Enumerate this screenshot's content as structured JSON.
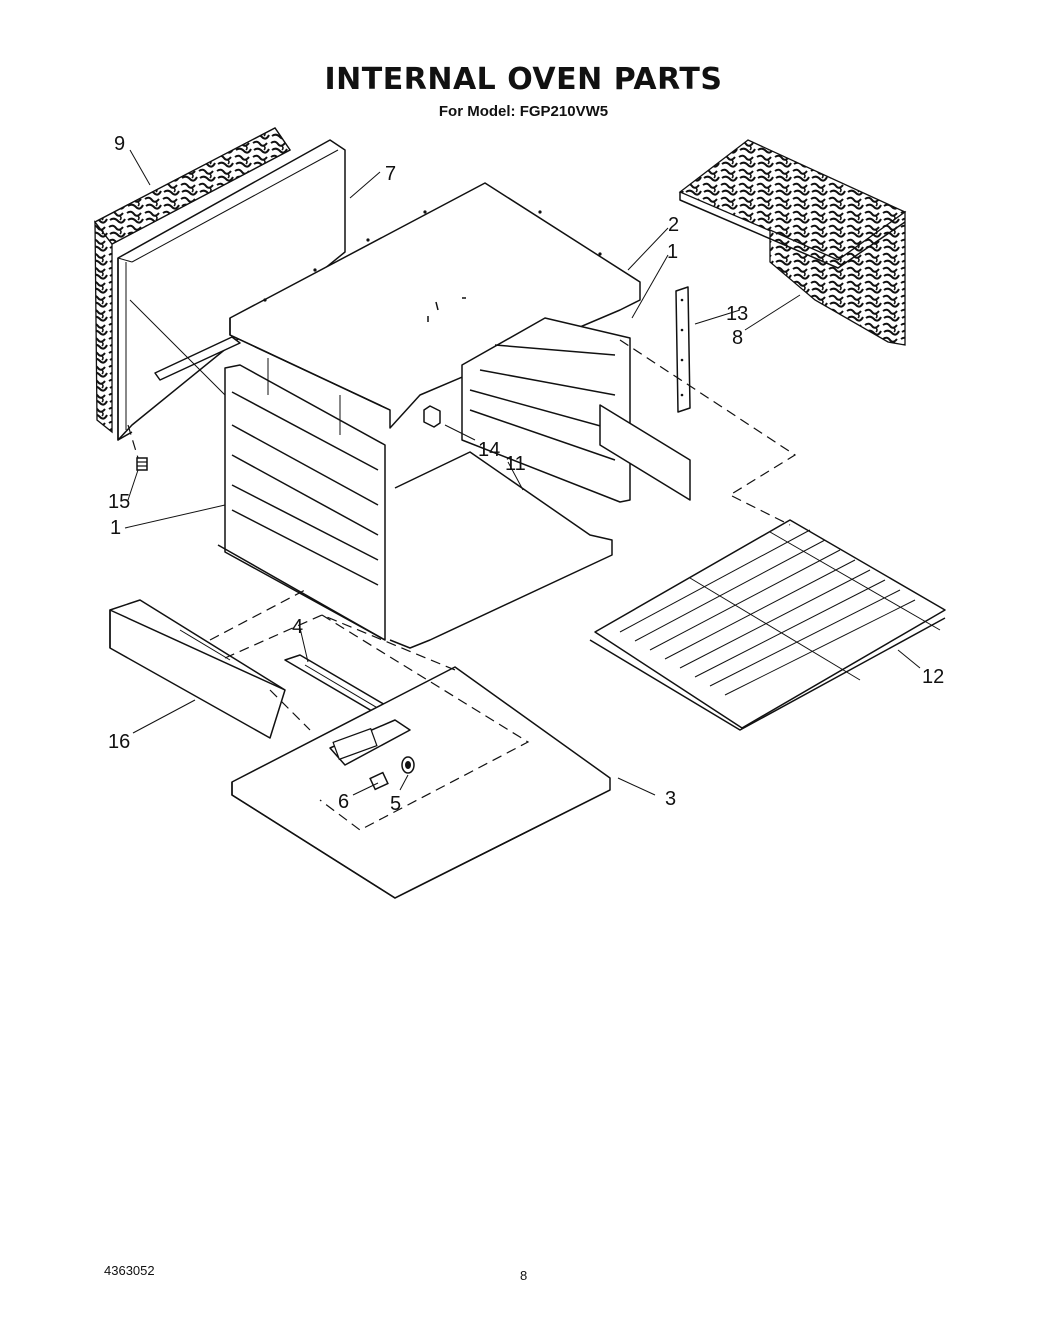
{
  "header": {
    "title": "INTERNAL OVEN PARTS",
    "model": "For Model: FGP210VW5"
  },
  "callouts": {
    "c1_top": "1",
    "c1_left": "1",
    "c2": "2",
    "c3": "3",
    "c4": "4",
    "c5": "5",
    "c6": "6",
    "c7": "7",
    "c8": "8",
    "c9": "9",
    "c11": "11",
    "c12": "12",
    "c13": "13",
    "c14": "14",
    "c15": "15",
    "c16": "16"
  },
  "footer": {
    "part_number": "4363052",
    "page": "8"
  }
}
